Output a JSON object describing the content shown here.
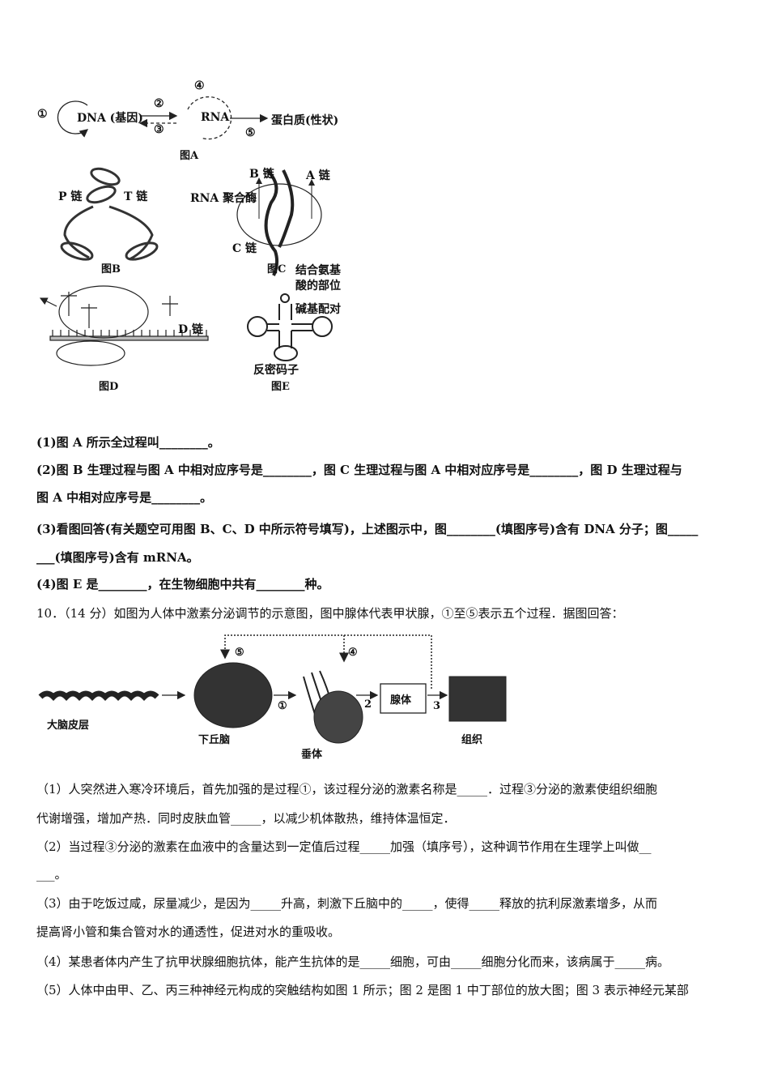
{
  "figure_a": {
    "n1": "①",
    "dna": "DNA (基因)",
    "n2": "②",
    "n3": "③",
    "n4": "④",
    "rna": "RNA",
    "n5": "⑤",
    "protein": "蛋白质(性状)",
    "caption": "图A"
  },
  "figure_b": {
    "p_chain": "P 链",
    "t_chain": "T 链",
    "caption": "图B"
  },
  "figure_c": {
    "b_chain": "B 链",
    "a_chain": "A 链",
    "rna_polymerase": "RNA 聚合酶",
    "c_chain": "C 链",
    "caption": "图C"
  },
  "figure_d": {
    "d_chain": "D 链",
    "caption": "图D"
  },
  "figure_e": {
    "amino_site_1": "结合氨基",
    "amino_site_2": "酸的部位",
    "base_pairing": "碱基配对",
    "anticodon": "反密码子",
    "caption": "图E"
  },
  "q9": {
    "l1": "(1)图 A 所示全过程叫________。",
    "l2": "(2)图 B 生理过程与图 A 中相对应序号是________，图 C 生理过程与图 A 中相对应序号是________，图 D 生理过程与",
    "l3": "图 A 中相对应序号是________。",
    "l4": "(3)看图回答(有关题空可用图 B、C、D 中所示符号填写)，上述图示中，图________(填图序号)含有 DNA 分子；图_____",
    "l5": "___(填图序号)含有 mRNA。",
    "l6": "(4)图 E 是________，在生物细胞中共有________种。"
  },
  "q10": {
    "title": "10．（14 分）如图为人体中激素分泌调节的示意图，图中腺体代表甲状腺，①至⑤表示五个过程．据图回答：",
    "figure": {
      "cortex": "大脑皮层",
      "hypothalamus": "下丘脑",
      "pituitary": "垂体",
      "gland": "腺体",
      "tissue": "组织",
      "p1": "①",
      "p2": "2",
      "p3": "3",
      "p4": "④",
      "p5": "⑤"
    },
    "l1": "（1）人突然进入寒冷环境后，首先加强的是过程①，该过程分泌的激素名称是_____．过程③分泌的激素使组织细胞",
    "l2": "代谢增强，增加产热．同时皮肤血管_____，以减少机体散热，维持体温恒定．",
    "l3": "（2）当过程③分泌的激素在血液中的含量达到一定值后过程_____加强（填序号），这种调节作用在生理学上叫做__",
    "l4": "___。",
    "l5": "（3）由于吃饭过咸，尿量减少，是因为_____升高，刺激下丘脑中的_____，使得_____释放的抗利尿激素增多，从而",
    "l6": "提高肾小管和集合管对水的通透性，促进对水的重吸收。",
    "l7": "（4）某患者体内产生了抗甲状腺细胞抗体，能产生抗体的是_____细胞，可由_____细胞分化而来，该病属于_____病。",
    "l8": "（5）人体中由甲、乙、丙三种神经元构成的突触结构如图 1 所示；图 2 是图 1 中丁部位的放大图；图 3 表示神经元某部"
  }
}
